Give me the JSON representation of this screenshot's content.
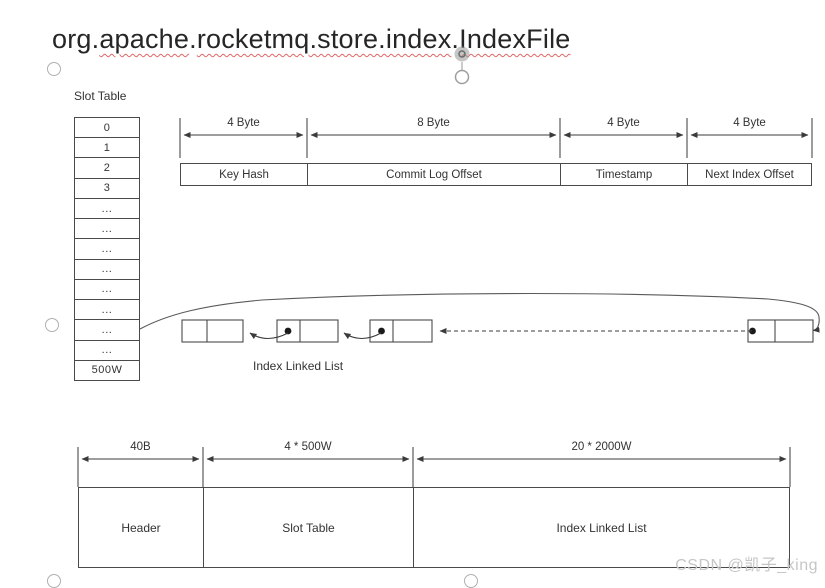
{
  "title": {
    "part1": "org.",
    "part2": "apache",
    "part3": ".",
    "part4": "rocketmq.store.index",
    "part5": ".",
    "part6": "IndexFile"
  },
  "slot_table": {
    "label": "Slot Table",
    "cells": [
      "0",
      "1",
      "2",
      "3",
      "...",
      "...",
      "...",
      "...",
      "...",
      "...",
      "...",
      "...",
      "500W"
    ]
  },
  "index_entry": {
    "sizes": [
      "4 Byte",
      "8 Byte",
      "4 Byte",
      "4 Byte"
    ],
    "fields": [
      "Key Hash",
      "Commit Log Offset",
      "Timestamp",
      "Next Index Offset"
    ]
  },
  "linked_list": {
    "label": "Index Linked List"
  },
  "file_layout": {
    "sizes": [
      "40B",
      "4 * 500W",
      "20 * 2000W"
    ],
    "sections": [
      "Header",
      "Slot Table",
      "Index Linked List"
    ]
  },
  "watermark": "CSDN @凯子_king",
  "colors": {
    "line": "#3f3f3f",
    "text": "#333333",
    "title_text": "#262626",
    "squiggle": "#e06666",
    "watermark": "#c6c6c6"
  }
}
